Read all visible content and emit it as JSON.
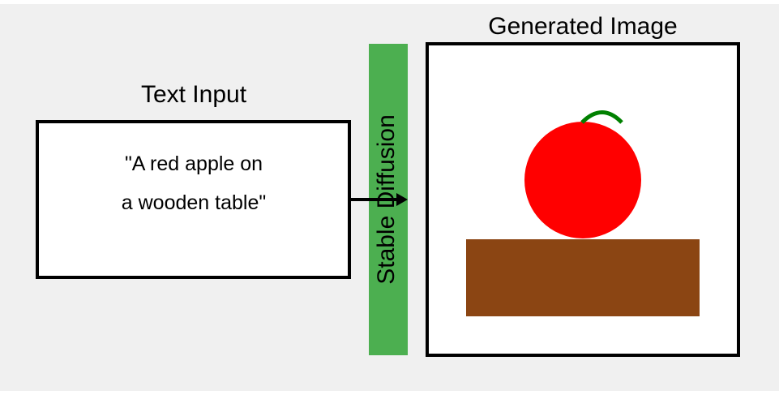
{
  "diagram": {
    "input_box": {
      "title": "Text Input",
      "prompt_line_1": "\"A red apple on",
      "prompt_line_2": "a wooden table\""
    },
    "model_bar": {
      "label": "Stable Diffusion"
    },
    "output_box": {
      "title": "Generated Image"
    }
  },
  "colors": {
    "canvas": "#f0f0f0",
    "box_fill": "#ffffff",
    "box_stroke": "#000000",
    "model_bar": "#4caf50",
    "apple": "#ff0000",
    "stem": "#008000",
    "table": "#8b4513"
  }
}
